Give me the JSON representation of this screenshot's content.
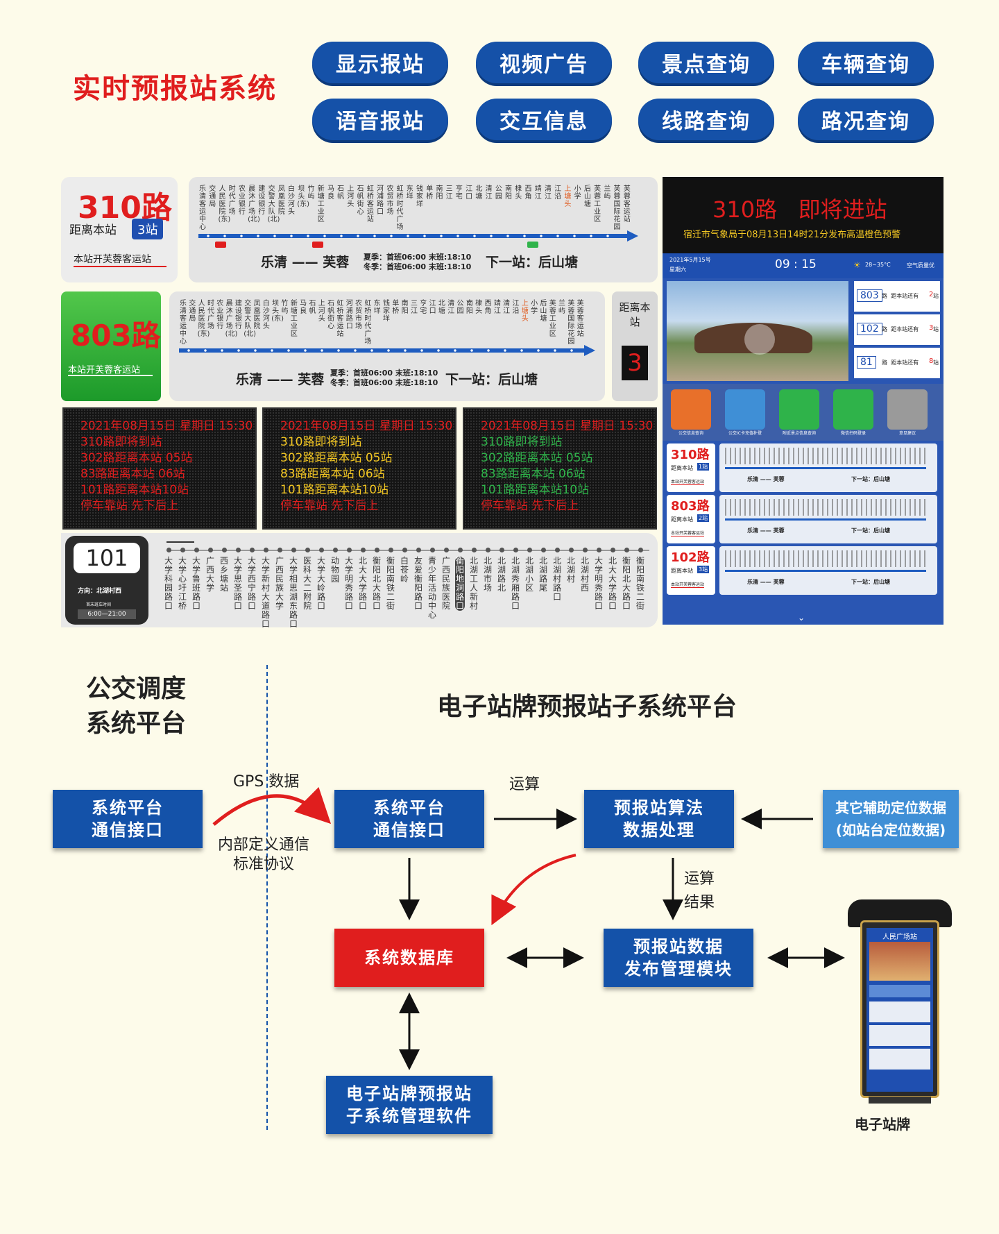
{
  "header": {
    "title": "实时预报站系统",
    "buttons": [
      "显示报站",
      "视频广告",
      "景点查询",
      "车辆查询",
      "语音报站",
      "交互信息",
      "线路查询",
      "路况查询"
    ]
  },
  "card310": {
    "route": "310路",
    "distance_label": "距离本站",
    "distance_value": "3站",
    "note": "本站开芙蓉客运站",
    "from_to": "乐清 —— 芙蓉",
    "summer": "夏季：首班06:00  末班:18:10",
    "winter": "冬季：首班06:00  末班:18:10",
    "next": "下一站：后山塘"
  },
  "card803": {
    "route": "803路",
    "note": "本站开芙蓉客运站",
    "from_to": "乐清 —— 芙蓉",
    "summer": "夏季：首班06:00  末班:18:10",
    "winter": "冬季：首班06:00  末班:18:10",
    "next": "下一站：后山塘",
    "side_label": "距离本站",
    "side_value": "3"
  },
  "stops": [
    "乐清客运中心",
    "交通局",
    "人民医院(东)",
    "时代广场",
    "农业银行",
    "晨沐广场(北)",
    "建设银行",
    "交警大队(北)",
    "凤凰医院",
    "白沙河头",
    "坝头(东)",
    "竹屿",
    "新塘工业区",
    "马良",
    "石帆",
    "上河头",
    "石帆街心",
    "虹桥客运站",
    "河浦路口",
    "农贸市场",
    "虹桥时代广场",
    "东垟",
    "钱家垟",
    "单桥",
    "南阳",
    "三江",
    "亨宅",
    "江口",
    "北塘",
    "清江",
    "公园",
    "南阳",
    "棣头",
    "西角",
    "靖江",
    "清江",
    "江沿",
    "上塘头",
    "小学",
    "后山塘",
    "芙蓉工业区",
    "兰屿",
    "芙蓉国际花园",
    "芙蓉客运站"
  ],
  "led": {
    "date": "2021年08月15日  星期日  15:30",
    "lines": [
      "310路即将到站",
      "302路距离本站 05站",
      "83路距离本站 06站",
      "101路距离本站10站",
      "停车靠站  先下后上"
    ]
  },
  "colors": {
    "red": "#e01e1e",
    "yellow": "#f2c623",
    "green": "#2fb34a",
    "blue": "#1452a9",
    "light_blue": "#3f8fd6"
  },
  "card101": {
    "route": "101",
    "direction": "方向：北湖村西",
    "time_label": "首末班车时间",
    "time": "6:00—21:00",
    "stops": [
      "大学科园路口",
      "大学心圩江桥",
      "大学鲁班路口",
      "广西大学",
      "西乡塘站",
      "大学思圣路口",
      "大学西宁路口",
      "大学新村大道路口",
      "广西民族大学",
      "大学相思湖东路口",
      "医科大二附院",
      "大学大岭路口",
      "动物园",
      "大学明秀路口",
      "北大大学路口",
      "衡阳北大路口",
      "衡阳南铁二街",
      "白苍岭",
      "友爱衡阳路口",
      "青少年活动中心",
      "广西民族医院",
      "衡阳地洞路口",
      "北湖工人新村",
      "北湖市场",
      "北湖路北",
      "北湖秀厢路口",
      "北湖小区",
      "北湖路尾",
      "北湖村路口",
      "北湖村",
      "北湖村西",
      "大学明秀路口",
      "北大大学路口",
      "衡阳北大路口",
      "衡阳南铁二街"
    ]
  },
  "screen": {
    "headline": "310路   即将进站",
    "warning": "宿迁市气象局于08月13日14时21分发布高温橙色预警",
    "date": "2021年5月15号",
    "weekday": "星期六",
    "time": "09 : 15",
    "weather": "28~35°C",
    "air": "空气质量优",
    "arrivals": [
      {
        "route": "803",
        "text": "路  距本站还有",
        "count": "2",
        "unit": "站"
      },
      {
        "route": "102",
        "text": "路  距本站还有",
        "count": "3",
        "unit": "站"
      },
      {
        "route": "81",
        "text": "路  距本站还有",
        "count": "8",
        "unit": "站"
      }
    ],
    "apps": [
      "公交信息查询",
      "公交IC卡充值补登",
      "附近景点信息查询",
      "微信扫码登录",
      "意见建议"
    ],
    "lines": [
      {
        "route": "310路",
        "label": "距离本站",
        "value": "1站",
        "note": "本站开芙蓉客运站"
      },
      {
        "route": "803路",
        "label": "距离本站",
        "value": "2站",
        "note": "本站开芙蓉客运站"
      },
      {
        "route": "102路",
        "label": "距离本站",
        "value": "3站",
        "note": "本站开芙蓉客运站"
      }
    ],
    "line_from_to": "乐清 —— 芙蓉",
    "line_next": "下一站：后山塘"
  },
  "diagram": {
    "left_head": [
      "公交调度",
      "系统平台"
    ],
    "right_head": "电子站牌预报站子系统平台",
    "box_left": [
      "系统平台",
      "通信接口"
    ],
    "box_mid": [
      "系统平台",
      "通信接口"
    ],
    "box_algo": [
      "预报站算法",
      "数据处理"
    ],
    "box_other": [
      "其它辅助定位数据",
      "(如站台定位数据)"
    ],
    "box_db": "系统数据库",
    "box_publish": [
      "预报站数据",
      "发布管理模块"
    ],
    "box_soft": [
      "电子站牌预报站",
      "子系统管理软件"
    ],
    "gps": "GPS 数据",
    "protocol": [
      "内部定义通信",
      "标准协议"
    ],
    "calc": "运算",
    "result": [
      "运算",
      "结果"
    ],
    "kiosk_label": "电子站牌",
    "kiosk_station": "人民广场站"
  }
}
